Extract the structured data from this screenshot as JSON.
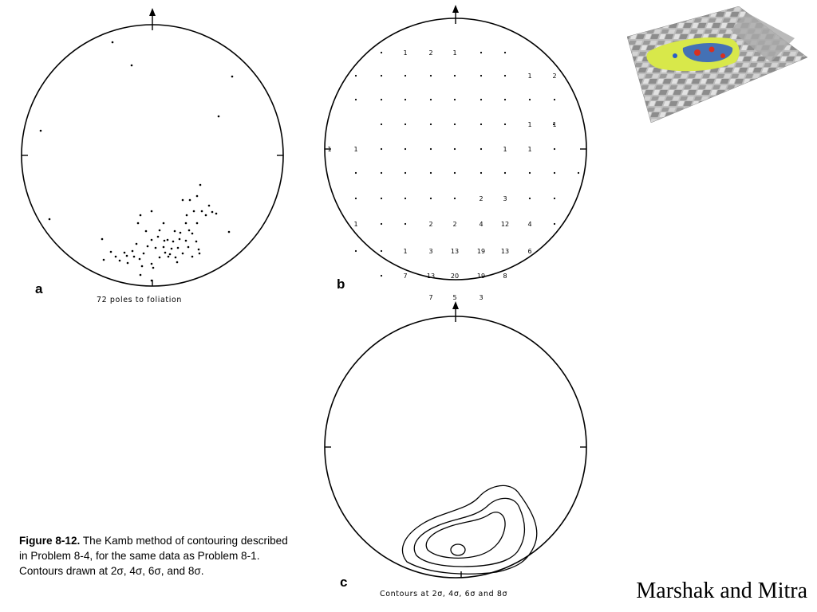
{
  "panels": {
    "a": {
      "letter": "a",
      "caption": "72 poles to foliation"
    },
    "b": {
      "letter": "b",
      "counts": [
        {
          "r": 0,
          "v": [
            ".",
            "1",
            "2",
            "1",
            ".",
            "."
          ]
        },
        {
          "r": 1,
          "v": [
            ".",
            ".",
            ".",
            ".",
            ".",
            ".",
            ".",
            "1",
            "2"
          ]
        },
        {
          "r": 2,
          "v": [
            ".",
            ".",
            ".",
            ".",
            ".",
            ".",
            ".",
            ".",
            "."
          ]
        },
        {
          "r": 3,
          "v": [
            ".",
            ".",
            ".",
            ".",
            ".",
            ".",
            "1",
            "1",
            "."
          ]
        },
        {
          "r": 4,
          "v": [
            "1",
            "1",
            ".",
            ".",
            ".",
            ".",
            ".",
            "1",
            "1",
            "."
          ]
        },
        {
          "r": 5,
          "v": [
            ".",
            ".",
            ".",
            ".",
            ".",
            ".",
            ".",
            ".",
            ".",
            "."
          ]
        },
        {
          "r": 6,
          "v": [
            ".",
            ".",
            ".",
            ".",
            ".",
            "2",
            "3",
            ".",
            "."
          ]
        },
        {
          "r": 7,
          "v": [
            "1",
            ".",
            ".",
            "2",
            "2",
            "4",
            "12",
            "4",
            "."
          ]
        },
        {
          "r": 8,
          "v": [
            ".",
            ".",
            "1",
            "3",
            "13",
            "19",
            "13",
            "6"
          ]
        },
        {
          "r": 9,
          "v": [
            ".",
            "7",
            "13",
            "20",
            "19",
            "8"
          ]
        },
        {
          "r": 10,
          "v": [
            "7",
            "5",
            "3"
          ]
        }
      ]
    },
    "c": {
      "letter": "c",
      "caption": "Contours at 2σ, 4σ, 6σ and 8σ"
    }
  },
  "figure_caption": {
    "label": "Figure 8-12.",
    "text": "The Kamb method of contouring described in Problem 8-4, for the same data as Problem 8-1.  Contours drawn at 2σ, 4σ, 6σ, and 8σ."
  },
  "credit": "Marshak and Mitra",
  "thumbnail": {
    "description_icon": "terrain-3d-image",
    "colors": [
      "#c8c8c8",
      "#d8e84a",
      "#2a5cc8",
      "#d83020"
    ]
  }
}
